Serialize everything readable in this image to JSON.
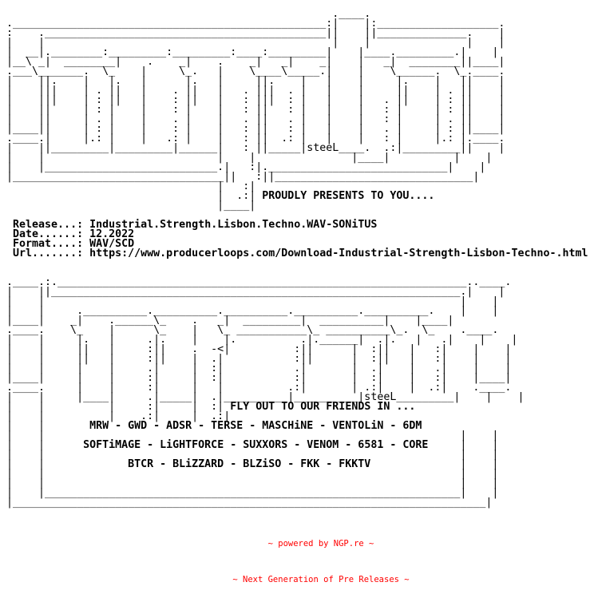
{
  "logo_top": [
    "",
    "                                                    .____.",
    " ._________________________________________________:|    |:___________________.",
    " :    .____________________________________________||    ||______________.    |",
    " |    |                                             |    |               |    |",
    " |  __|.________:_________:_________:____:_________|    |____._________.|    |",
    " |__\\ _|  ________|    .    _|    .    _|   _|    _|    |   _|  ________||____|",
    " .___\\_______.  \\_    |     \\_.   |    \\____\\_____.|    |    \\______.  \\_.____.",
    " |    ||.    |   |.   |      |.   |     ||.    |   |    |     |.    |   ||    |",
    " |    |||    | . ||   |    . ||   |   . |||  . |   |    |     ||    | . ||    |",
    " |    |||    | : ||   |    : ||   |   : |||  : |   |    |   . ||    | : ||    |",
    " |    ||     | : |    |    : |    |   : ||   : |   |    |   : |     | : ||    |",
    " |    ||     | . |    |    . |    |   . ||   . |   |    |   : |     | . ||    |",
    " |____||     | : |    |    : |    |   : ||   : |   |    |   . |     | : ||____|",
    " .____.|     |.: |    |   .: |    |   : ||  .: |   |    |   : |     |.: |.____.",
    " |    ||_________|_________|______|   : ||_____|steeL____.  .:|_________||    |",
    " |    |                           |    |               |____|          |    |",
    " |    |___________________________.|   :|.____________________________|    |",
    " |_________________________________||   :||_______________________________|",
    "                                  |   :|",
    "                                  |  .:|",
    "                                  |____|"
  ],
  "presents": "PROUDLY PRESENTS TO YOU....",
  "release_info": [
    {
      "label": "Release...: ",
      "value": "Industrial.Strength.Lisbon.Techno.WAV-SONiTUS"
    },
    {
      "label": "Date......: ",
      "value": "12.2022"
    },
    {
      "label": "Format....: ",
      "value": "WAV/SCD"
    },
    {
      "label": "Url.......: ",
      "value": "https://www.producerloops.com/Download-Industrial-Strength-Lisbon-Techno-.html"
    }
  ],
  "logo_bottom": [
    "",
    " .____.:.________________________________________________________________..____.",
    " |    ||________________________________________________________________.|    |",
    " |    |                                                                 |    |",
    " |    |     .__________.__________.__________.__________.__________.    |    |",
    " |____|    _|    .______\\_    .   _|  _________|  __________|    |____|",
    " .____.    \\_    |      \\_    |   \\_ ___________\\_ __________\\_.  \\_    .____.",
    " |    |     |.   |     .|.    |    |.          .|.______|  .|.   |   .|    |    |",
    " |    |     ||   |     :||    .  -<|          :||      |  :||   |   :|    |    |",
    " |    |     ||   |     :||    |  .|           :||      |  :||   |   :|    |    |",
    " |    |     |    |     .|     |  :|           .|       |  .|    |   .|    |    |",
    " |____|     |    |     :|     |  :|           :|       |  :|    |   :|    |____|",
    " .____.     |    |     :|     |   |          .:|       | .:|    |  .:|    .____.",
    " |    |     |____|     .|_____|  .|__________|__________|steeL_________|    |    |",
    " |    |          |     :|     |  :|",
    " |    |          |    .:|     |  .:|",
    " |    |          |______|     |____|",
    " |    |                                                                 |    |",
    " |    |                                                                 |    |",
    " |    |                                                                 |    |",
    " |    |                                                                 |    |",
    " |    |                                                                 |    |",
    " |    |                                                                 |    |",
    " |    |_________________________________________________________________|    |",
    " |__________________________________________________________________________|"
  ],
  "fly_out": "FLY OUT TO OUR FRIENDS IN ...",
  "greetings": [
    "MRW - GWD - ADSR - TERSE - MASCHiNE - VENTOLiN - 6DM",
    "SOFTiMAGE - LiGHTFORCE - SUXXORS - VENOM - 6581 - CORE",
    "BTCR - BLiZZARD - BLZiSO - FKK - FKKTV"
  ],
  "footer": [
    "~ powered by NGP.re ~",
    "~ Next Generation of Pre Releases ~"
  ]
}
